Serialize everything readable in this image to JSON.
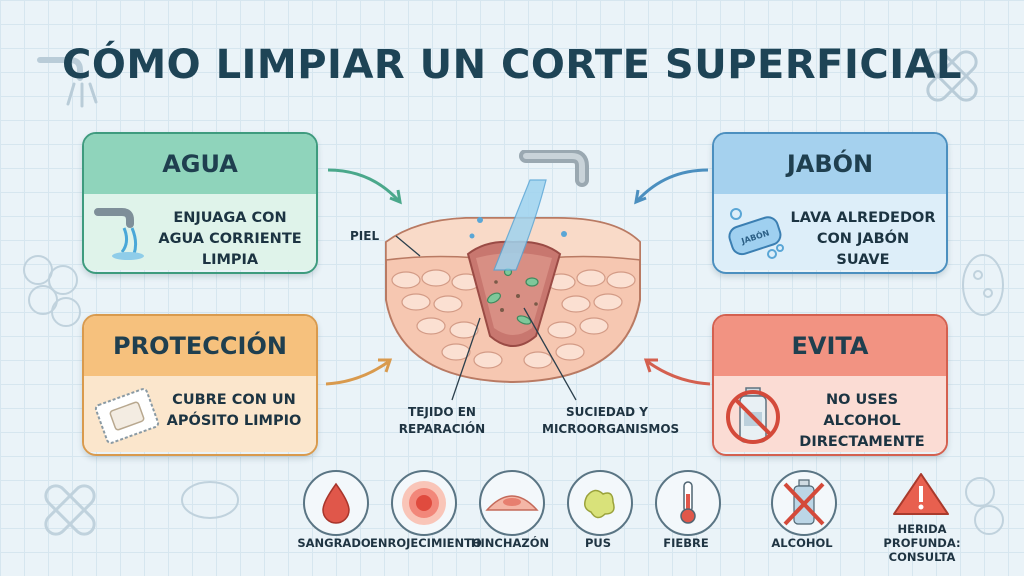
{
  "title": "CÓMO LIMPIAR UN CORTE SUPERFICIAL",
  "cards": {
    "agua": {
      "title": "AGUA",
      "text": "ENJUAGA CON AGUA CORRIENTE LIMPIA",
      "color": "#8fd4bb",
      "icon": "faucet-water-icon"
    },
    "jabon": {
      "title": "JABÓN",
      "text": "LAVA ALREDEDOR CON JABÓN SUAVE",
      "color": "#a5d1ee",
      "icon": "soap-bar-icon",
      "soap_label": "JABÓN"
    },
    "proteccion": {
      "title": "PROTECCIÓN",
      "text": "CUBRE CON UN APÓSITO LIMPIO",
      "color": "#f6c17d",
      "icon": "bandage-pad-icon"
    },
    "evita": {
      "title": "EVITA",
      "text": "NO USES ALCOHOL DIRECTAMENTE",
      "color": "#f29382",
      "icon": "no-alcohol-icon"
    }
  },
  "diagram": {
    "skin_label": "PIEL",
    "tissue_label": "TEJIDO EN REPARACIÓN",
    "dirt_label": "SUCIEDAD Y MICROORGANISMOS"
  },
  "warning_signs": [
    {
      "label": "SANGRADO",
      "icon": "blood-drop-icon"
    },
    {
      "label": "ENROJECIMIENTO",
      "icon": "redness-icon"
    },
    {
      "label": "HINCHAZÓN",
      "icon": "swelling-icon"
    },
    {
      "label": "PUS",
      "icon": "pus-icon"
    },
    {
      "label": "FIEBRE",
      "icon": "thermometer-icon"
    },
    {
      "label": "ALCOHOL",
      "icon": "crossed-alcohol-icon"
    },
    {
      "label": "HERIDA PROFUNDA: CONSULTA",
      "icon": "warning-triangle-icon"
    }
  ]
}
